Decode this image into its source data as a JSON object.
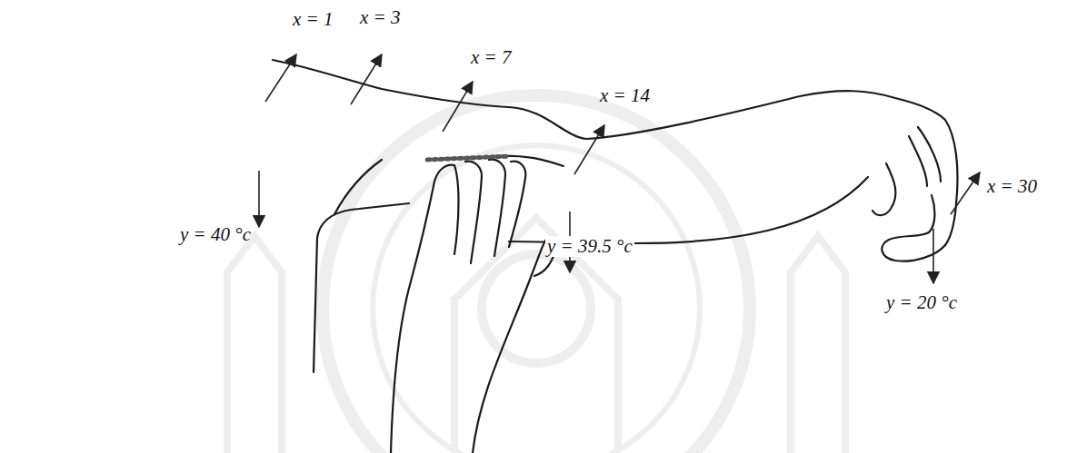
{
  "diagram": {
    "labels": [
      "x = 1",
      "x = 3",
      "x = 7",
      "x = 14",
      "x = 30",
      "y = 40 °c",
      "y = 39.5 °c",
      "y = 20 °c"
    ]
  }
}
